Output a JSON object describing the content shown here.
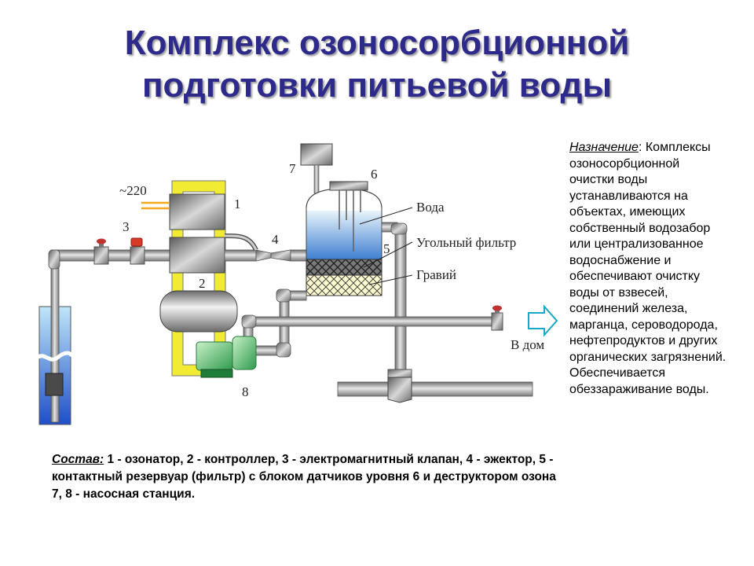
{
  "title": {
    "line1": "Комплекс озоносорбционной",
    "line2": "подготовки питьевой воды"
  },
  "diagram": {
    "labels": {
      "n1": "1",
      "n2": "2",
      "n3": "3",
      "n4": "4",
      "n5": "5",
      "n6": "6",
      "n7": "7",
      "n8": "8",
      "voltage": "~220",
      "water": "Вода",
      "carbon_filter": "Угольный фильтр",
      "gravel": "Гравий",
      "to_house": "В дом"
    }
  },
  "info": {
    "heading": "Назначение",
    "heading_suffix": ":",
    "body": "Комплексы озоносорбционной очистки воды устанавливаются на объектах, имеющих собственный водозабор или централизованное водоснабжение и обеспечивают очистку воды от взвесей, соединений железа, марганца, сероводорода, нефтепродуктов и других органических загрязнений. Обеспечивается обеззараживание воды."
  },
  "composition": {
    "heading": "Состав:",
    "body": " 1 - озонатор, 2 - контроллер, 3 - электромагнитный клапан, 4 - эжектор, 5 - контактный резервуар (фильтр) с блоком датчиков уровня 6 и деструктором озона 7, 8 - насосная станция."
  }
}
